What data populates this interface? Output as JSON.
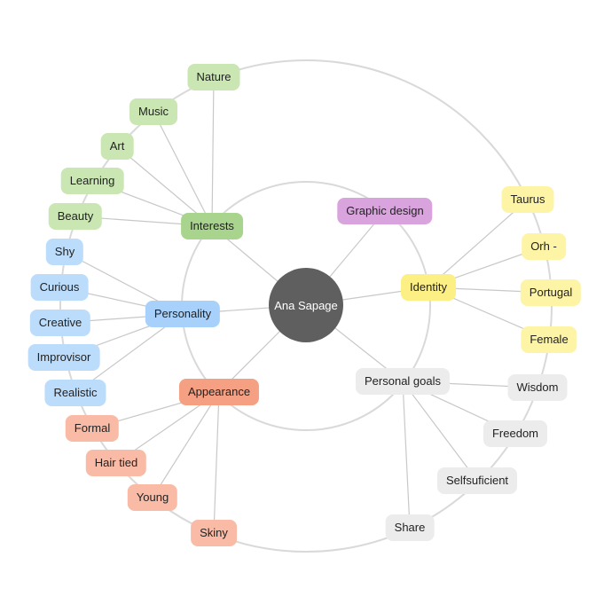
{
  "center": {
    "label": "Ana Sapage",
    "color": "#5f5f5f"
  },
  "branches": {
    "interests": {
      "label": "Interests",
      "color": "#a9d48e"
    },
    "personality": {
      "label": "Personality",
      "color": "#a7d1fa"
    },
    "appearance": {
      "label": "Appearance",
      "color": "#f59f83"
    },
    "identity": {
      "label": "Identity",
      "color": "#fcef84"
    },
    "personal_goals": {
      "label": "Personal goals",
      "color": "#ececec"
    },
    "graphic_design": {
      "label": "Graphic design",
      "color": "#d9a4de"
    }
  },
  "leaves": {
    "interests": [
      "Nature",
      "Music",
      "Art",
      "Learning",
      "Beauty"
    ],
    "personality": [
      "Shy",
      "Curious",
      "Creative",
      "Improvisor",
      "Realistic"
    ],
    "appearance": [
      "Formal",
      "Hair tied",
      "Young",
      "Skiny"
    ],
    "identity": [
      "Taurus",
      "Orh -",
      "Portugal",
      "Female"
    ],
    "personal_goals": [
      "Wisdom",
      "Freedom",
      "Selfsuficient",
      "Share"
    ]
  }
}
